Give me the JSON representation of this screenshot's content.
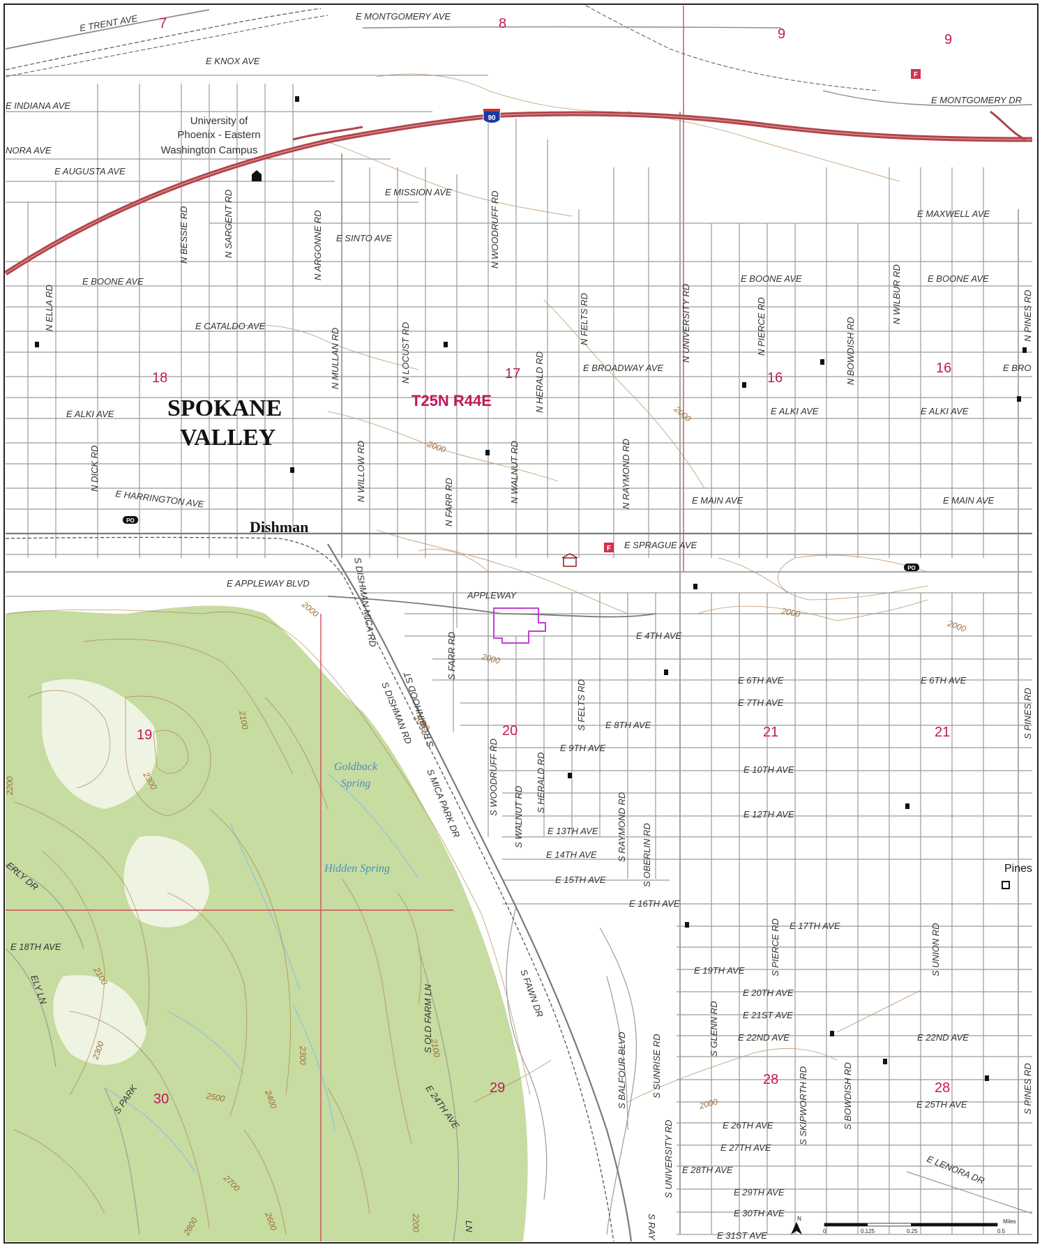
{
  "map": {
    "place_labels": {
      "spokane_valley_1": "SPOKANE",
      "spokane_valley_2": "VALLEY",
      "dishman": "Dishman",
      "pines": "Pines",
      "township": "T25N R44E"
    },
    "poi": {
      "university_1": "University of",
      "university_2": "Phoenix - Eastern",
      "university_3": "Washington Campus",
      "goldback_1": "Goldback",
      "goldback_2": "Spring",
      "hidden_spring": "Hidden Spring",
      "po": "PO",
      "fire": "F",
      "interstate": "90"
    },
    "roads": {
      "trent": "E TRENT AVE",
      "montgomery": "E MONTGOMERY AVE",
      "montgomery_dr": "E MONTGOMERY DR",
      "knox": "E KNOX AVE",
      "indiana": "E INDIANA AVE",
      "nora": "NORA AVE",
      "augusta": "E AUGUSTA AVE",
      "mission": "E MISSION AVE",
      "maxwell": "E MAXWELL AVE",
      "sinto": "E SINTO AVE",
      "boone_w": "E BOONE AVE",
      "boone_c": "E BOONE AVE",
      "boone_e": "E BOONE AVE",
      "cataldo": "E CATALDO AVE",
      "broadway": "E BROADWAY AVE",
      "broadway_e": "E BRO",
      "alki_w": "E ALKI AVE",
      "alki_c": "E ALKI AVE",
      "alki_e": "E ALKI AVE",
      "harrington": "E HARRINGTON AVE",
      "main_c": "E MAIN AVE",
      "main_e": "E MAIN AVE",
      "sprague": "E SPRAGUE AVE",
      "appleway_blvd": "E APPLEWAY BLVD",
      "appleway": "APPLEWAY",
      "fourth": "E 4TH AVE",
      "sixth_c": "E 6TH AVE",
      "sixth_e": "E 6TH AVE",
      "seventh": "E 7TH AVE",
      "eighth": "E 8TH AVE",
      "ninth": "E 9TH AVE",
      "tenth": "E 10TH AVE",
      "twelfth": "E 12TH AVE",
      "thirteenth": "E 13TH AVE",
      "fourteenth": "E 14TH AVE",
      "fifteenth": "E 15TH AVE",
      "sixteenth": "E 16TH AVE",
      "seventeenth": "E 17TH AVE",
      "eighteenth": "E 18TH AVE",
      "nineteenth": "E 19TH AVE",
      "twentieth": "E 20TH AVE",
      "twentyfirst": "E 21ST AVE",
      "twentysecond_c": "E 22ND AVE",
      "twentysecond_e": "E 22ND AVE",
      "twentyfourth": "E 24TH AVE",
      "twentyfifth": "E 25TH AVE",
      "twentysixth": "E 26TH AVE",
      "twentyseventh": "E 27TH AVE",
      "twentyeighth": "E 28TH AVE",
      "twentyninth": "E 29TH AVE",
      "thirtieth": "E 30TH AVE",
      "thirtyfirst": "E 31ST AVE",
      "lenora": "E LENORA DR",
      "ella": "N ELLA RD",
      "bessie": "N BESSIE RD",
      "sargent": "N SARGENT RD",
      "argonne": "N ARGONNE RD",
      "mullan": "N MULLAN RD",
      "locust": "N LOCUST RD",
      "woodruff_n": "N WOODRUFF RD",
      "herald_n": "N HERALD RD",
      "felts_n": "N FELTS RD",
      "university_n": "N UNIVERSITY RD",
      "pierce_n": "N PIERCE RD",
      "bowdish_n": "N BOWDISH RD",
      "wilbur": "N WILBUR RD",
      "pines_n": "N PINES RD",
      "dick": "N DICK RD",
      "willow": "N WILLOW RD",
      "farr_n": "N FARR RD",
      "walnut_n": "N WALNUT RD",
      "raymond_n": "N RAYMOND RD",
      "dishman_mica": "S DISHMAN MICA RD",
      "dishman_rd": "S DISHMAN RD",
      "mica_park": "S MICA PARK DR",
      "robinhood": "S ROBINHOOD ST",
      "farr_s": "S FARR RD",
      "felts_s": "S FELTS RD",
      "woodruff_s": "S WOODRUFF RD",
      "walnut_s": "S WALNUT RD",
      "herald_s": "S HERALD RD",
      "raymond_s": "S RAYMOND RD",
      "oberlin": "S OBERLIN RD",
      "pierce_s": "S PIERCE RD",
      "union": "S UNION RD",
      "pines_s": "S PINES RD",
      "pines_s2": "S PINES RD",
      "old_farm": "S OLD FARM LN",
      "fawn": "S FAWN DR",
      "balfour": "S BALFOUR BLVD",
      "sunrise": "S SUNRISE RD",
      "glenn": "S GLENN RD",
      "skipworth": "S SKIPWORTH RD",
      "bowdish_s": "S BOWDISH RD",
      "university_s": "S UNIVERSITY RD",
      "park": "S PARK",
      "ely": "ELY LN",
      "erly": "ERLY DR",
      "ln": "LN",
      "s_ray": "S RAY"
    },
    "sections": [
      "7",
      "8",
      "9",
      "9",
      "18",
      "17",
      "16",
      "16",
      "19",
      "20",
      "21",
      "21",
      "30",
      "29",
      "28",
      "28"
    ],
    "contours": [
      "2000",
      "2000",
      "2000",
      "2000",
      "2000",
      "2000",
      "2000",
      "2000",
      "2100",
      "2100",
      "2100",
      "2200",
      "2300",
      "2300",
      "2300",
      "2400",
      "2500",
      "2600",
      "2700",
      "2800",
      "2200"
    ],
    "scale_bar": {
      "unit": "Miles",
      "ticks": [
        "0",
        "0.125",
        "0.25",
        "0.5"
      ]
    },
    "north_label": "N",
    "colors": {
      "interstate": "#b0454a",
      "section_line": "#d44a5a",
      "contour": "#b07a45",
      "hill_green": "#c6dca0",
      "road": "#9a9a9a",
      "study_area": "#c040d0",
      "water": "#8ec0e6"
    }
  }
}
